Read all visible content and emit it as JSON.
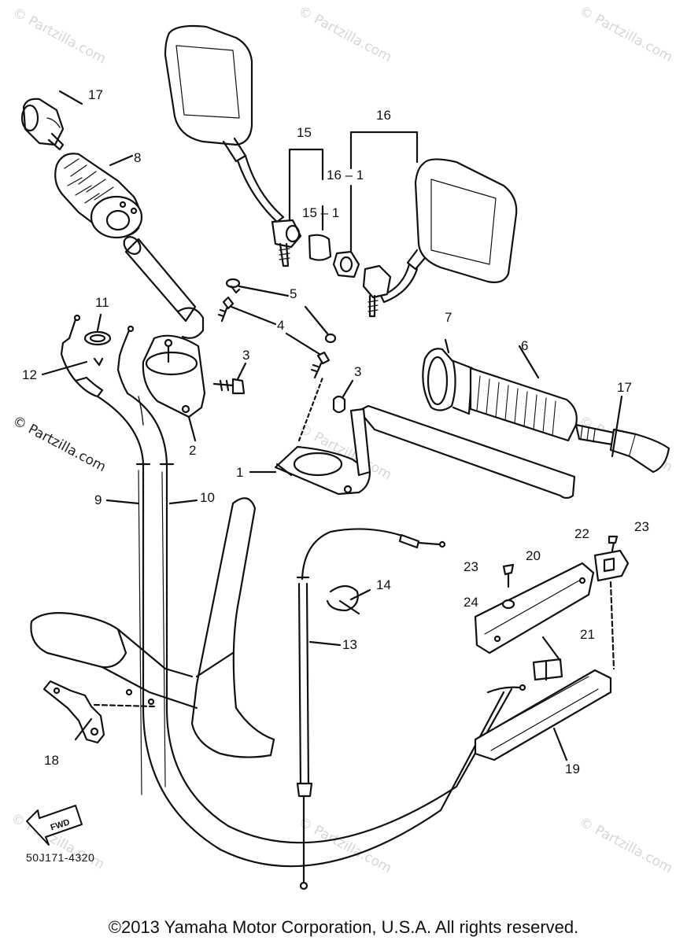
{
  "diagram": {
    "callouts": [
      {
        "id": "c17a",
        "text": "17"
      },
      {
        "id": "c8",
        "text": "8"
      },
      {
        "id": "c15",
        "text": "15"
      },
      {
        "id": "c15-1",
        "text": "15 – 1"
      },
      {
        "id": "c16",
        "text": "16"
      },
      {
        "id": "c16-1",
        "text": "16 – 1"
      },
      {
        "id": "c5",
        "text": "5"
      },
      {
        "id": "c4",
        "text": "4"
      },
      {
        "id": "c3a",
        "text": "3"
      },
      {
        "id": "c3b",
        "text": "3"
      },
      {
        "id": "c11",
        "text": "11"
      },
      {
        "id": "c12",
        "text": "12"
      },
      {
        "id": "c2",
        "text": "2"
      },
      {
        "id": "c7",
        "text": "7"
      },
      {
        "id": "c6",
        "text": "6"
      },
      {
        "id": "c17b",
        "text": "17"
      },
      {
        "id": "c1",
        "text": "1"
      },
      {
        "id": "c9",
        "text": "9"
      },
      {
        "id": "c10",
        "text": "10"
      },
      {
        "id": "c14",
        "text": "14"
      },
      {
        "id": "c13",
        "text": "13"
      },
      {
        "id": "c20",
        "text": "20"
      },
      {
        "id": "c22",
        "text": "22"
      },
      {
        "id": "c23a",
        "text": "23"
      },
      {
        "id": "c23b",
        "text": "23"
      },
      {
        "id": "c24",
        "text": "24"
      },
      {
        "id": "c21",
        "text": "21"
      },
      {
        "id": "c18",
        "text": "18"
      },
      {
        "id": "c19",
        "text": "19"
      }
    ],
    "fwd_label": "FWD",
    "part_code": "50J171-4320"
  },
  "watermark": "© Partzilla.com",
  "copyright": "©2013 Yamaha Motor Corporation, U.S.A. All rights reserved."
}
